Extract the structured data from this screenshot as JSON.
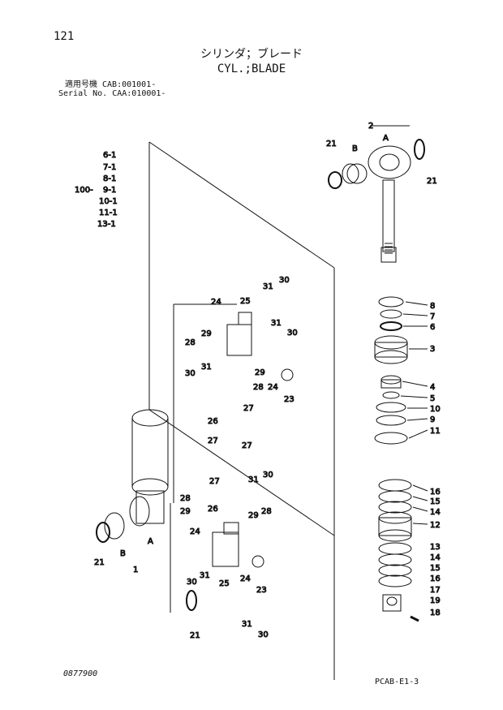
{
  "page_number": "121",
  "title_jp": "シリンダ；ブレード",
  "title_en": "CYL.;BLADE",
  "serial_line1": "適用号機 CAB:001001-",
  "serial_line2": "Serial No. CAA:010001-",
  "drawing_number": "0877900",
  "page_code": "PCAB-E1-3",
  "callouts": {
    "left_list": [
      "6-1",
      "7-1",
      "8-1",
      "9-1",
      "10-1",
      "11-1",
      "13-1"
    ],
    "left_list_prefix": "100-",
    "seals_right": [
      "8",
      "7",
      "6",
      "3",
      "4",
      "5",
      "10",
      "9",
      "11"
    ],
    "piston_right": [
      "16",
      "15",
      "14",
      "12",
      "13",
      "14",
      "15",
      "16",
      "17",
      "19",
      "18"
    ],
    "rod_top": [
      "2",
      "A",
      "B",
      "21",
      "21"
    ],
    "body_bottom": [
      "A",
      "B",
      "1",
      "21",
      "21"
    ],
    "valve_upper": [
      "24",
      "25",
      "31",
      "30",
      "31",
      "30",
      "28",
      "29",
      "31",
      "30",
      "29",
      "28",
      "24",
      "23"
    ],
    "valve_mid": [
      "27",
      "26",
      "27",
      "27",
      "27"
    ],
    "valve_lower": [
      "31",
      "30",
      "28",
      "26",
      "29",
      "28",
      "29",
      "24",
      "25",
      "30",
      "31",
      "24",
      "23",
      "31",
      "30"
    ]
  }
}
